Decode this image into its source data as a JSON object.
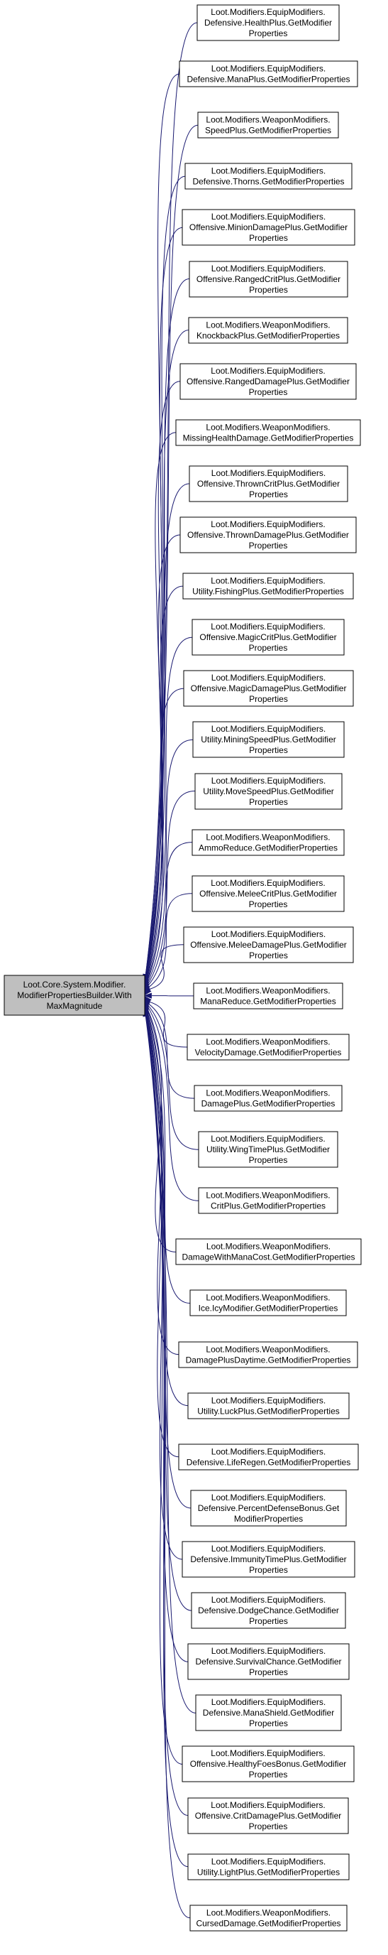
{
  "root": {
    "name": "Loot.Core.System.Modifier.ModifierPropertiesBuilder.WithMaxMagnitude",
    "lines": [
      "Loot.Core.System.Modifier.",
      "ModifierPropertiesBuilder.With",
      "MaxMagnitude"
    ]
  },
  "callers": [
    {
      "lines": [
        "Loot.Modifiers.EquipModifiers.",
        "Defensive.HealthPlus.GetModifier",
        "Properties"
      ]
    },
    {
      "lines": [
        "Loot.Modifiers.EquipModifiers.",
        "Defensive.ManaPlus.GetModifierProperties"
      ]
    },
    {
      "lines": [
        "Loot.Modifiers.WeaponModifiers.",
        "SpeedPlus.GetModifierProperties"
      ]
    },
    {
      "lines": [
        "Loot.Modifiers.EquipModifiers.",
        "Defensive.Thorns.GetModifierProperties"
      ]
    },
    {
      "lines": [
        "Loot.Modifiers.EquipModifiers.",
        "Offensive.MinionDamagePlus.GetModifier",
        "Properties"
      ]
    },
    {
      "lines": [
        "Loot.Modifiers.EquipModifiers.",
        "Offensive.RangedCritPlus.GetModifier",
        "Properties"
      ]
    },
    {
      "lines": [
        "Loot.Modifiers.WeaponModifiers.",
        "KnockbackPlus.GetModifierProperties"
      ]
    },
    {
      "lines": [
        "Loot.Modifiers.EquipModifiers.",
        "Offensive.RangedDamagePlus.GetModifier",
        "Properties"
      ]
    },
    {
      "lines": [
        "Loot.Modifiers.WeaponModifiers.",
        "MissingHealthDamage.GetModifierProperties"
      ]
    },
    {
      "lines": [
        "Loot.Modifiers.EquipModifiers.",
        "Offensive.ThrownCritPlus.GetModifier",
        "Properties"
      ]
    },
    {
      "lines": [
        "Loot.Modifiers.EquipModifiers.",
        "Offensive.ThrownDamagePlus.GetModifier",
        "Properties"
      ]
    },
    {
      "lines": [
        "Loot.Modifiers.EquipModifiers.",
        "Utility.FishingPlus.GetModifierProperties"
      ]
    },
    {
      "lines": [
        "Loot.Modifiers.EquipModifiers.",
        "Offensive.MagicCritPlus.GetModifier",
        "Properties"
      ]
    },
    {
      "lines": [
        "Loot.Modifiers.EquipModifiers.",
        "Offensive.MagicDamagePlus.GetModifier",
        "Properties"
      ]
    },
    {
      "lines": [
        "Loot.Modifiers.EquipModifiers.",
        "Utility.MiningSpeedPlus.GetModifier",
        "Properties"
      ]
    },
    {
      "lines": [
        "Loot.Modifiers.EquipModifiers.",
        "Utility.MoveSpeedPlus.GetModifier",
        "Properties"
      ]
    },
    {
      "lines": [
        "Loot.Modifiers.WeaponModifiers.",
        "AmmoReduce.GetModifierProperties"
      ]
    },
    {
      "lines": [
        "Loot.Modifiers.EquipModifiers.",
        "Offensive.MeleeCritPlus.GetModifier",
        "Properties"
      ]
    },
    {
      "lines": [
        "Loot.Modifiers.EquipModifiers.",
        "Offensive.MeleeDamagePlus.GetModifier",
        "Properties"
      ]
    },
    {
      "lines": [
        "Loot.Modifiers.WeaponModifiers.",
        "ManaReduce.GetModifierProperties"
      ]
    },
    {
      "lines": [
        "Loot.Modifiers.WeaponModifiers.",
        "VelocityDamage.GetModifierProperties"
      ]
    },
    {
      "lines": [
        "Loot.Modifiers.WeaponModifiers.",
        "DamagePlus.GetModifierProperties"
      ]
    },
    {
      "lines": [
        "Loot.Modifiers.EquipModifiers.",
        "Utility.WingTimePlus.GetModifier",
        "Properties"
      ]
    },
    {
      "lines": [
        "Loot.Modifiers.WeaponModifiers.",
        "CritPlus.GetModifierProperties"
      ]
    },
    {
      "lines": [
        "Loot.Modifiers.WeaponModifiers.",
        "DamageWithManaCost.GetModifierProperties"
      ]
    },
    {
      "lines": [
        "Loot.Modifiers.WeaponModifiers.",
        "Ice.IcyModifier.GetModifierProperties"
      ]
    },
    {
      "lines": [
        "Loot.Modifiers.WeaponModifiers.",
        "DamagePlusDaytime.GetModifierProperties"
      ]
    },
    {
      "lines": [
        "Loot.Modifiers.EquipModifiers.",
        "Utility.LuckPlus.GetModifierProperties"
      ]
    },
    {
      "lines": [
        "Loot.Modifiers.EquipModifiers.",
        "Defensive.LifeRegen.GetModifierProperties"
      ]
    },
    {
      "lines": [
        "Loot.Modifiers.EquipModifiers.",
        "Defensive.PercentDefenseBonus.Get",
        "ModifierProperties"
      ]
    },
    {
      "lines": [
        "Loot.Modifiers.EquipModifiers.",
        "Defensive.ImmunityTimePlus.GetModifier",
        "Properties"
      ]
    },
    {
      "lines": [
        "Loot.Modifiers.EquipModifiers.",
        "Defensive.DodgeChance.GetModifier",
        "Properties"
      ]
    },
    {
      "lines": [
        "Loot.Modifiers.EquipModifiers.",
        "Defensive.SurvivalChance.GetModifier",
        "Properties"
      ]
    },
    {
      "lines": [
        "Loot.Modifiers.EquipModifiers.",
        "Defensive.ManaShield.GetModifier",
        "Properties"
      ]
    },
    {
      "lines": [
        "Loot.Modifiers.EquipModifiers.",
        "Offensive.HealthyFoesBonus.GetModifier",
        "Properties"
      ]
    },
    {
      "lines": [
        "Loot.Modifiers.EquipModifiers.",
        "Offensive.CritDamagePlus.GetModifier",
        "Properties"
      ]
    },
    {
      "lines": [
        "Loot.Modifiers.EquipModifiers.",
        "Utility.LightPlus.GetModifierProperties"
      ]
    },
    {
      "lines": [
        "Loot.Modifiers.WeaponModifiers.",
        "CursedDamage.GetModifierProperties"
      ]
    }
  ],
  "colors": {
    "edge": "#191970",
    "root_fill": "#bfbfbf",
    "node_fill": "#ffffff",
    "border": "#000000"
  }
}
